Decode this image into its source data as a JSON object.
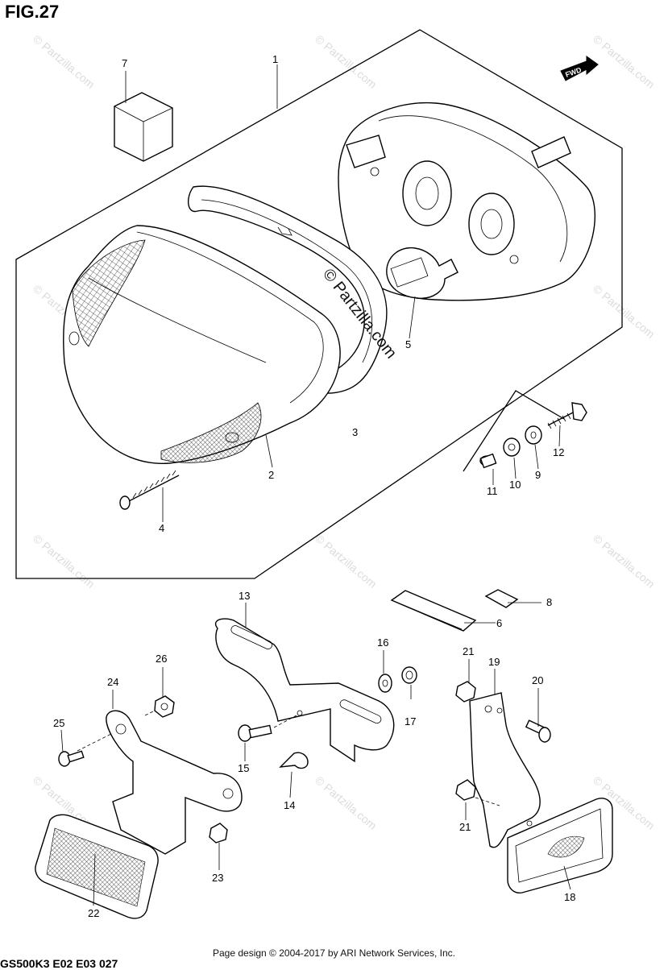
{
  "figure": {
    "title": "FIG.27",
    "fwd_label": "FWD",
    "watermark_main": "© Partzilla.com",
    "watermark_repeat": "© Partzilla.com",
    "footer": "Page design © 2004-2017 by ARI Network Services, Inc.",
    "model_code_partial": "GS500K3 E02 E03 027"
  },
  "callouts": [
    {
      "id": "1",
      "label": "1"
    },
    {
      "id": "2",
      "label": "2"
    },
    {
      "id": "3",
      "label": "3"
    },
    {
      "id": "4",
      "label": "4"
    },
    {
      "id": "5",
      "label": "5"
    },
    {
      "id": "6",
      "label": "6"
    },
    {
      "id": "7",
      "label": "7"
    },
    {
      "id": "8",
      "label": "8"
    },
    {
      "id": "9",
      "label": "9"
    },
    {
      "id": "10",
      "label": "10"
    },
    {
      "id": "11",
      "label": "11"
    },
    {
      "id": "12",
      "label": "12"
    },
    {
      "id": "13",
      "label": "13"
    },
    {
      "id": "14",
      "label": "14"
    },
    {
      "id": "15",
      "label": "15"
    },
    {
      "id": "16",
      "label": "16"
    },
    {
      "id": "17",
      "label": "17"
    },
    {
      "id": "18",
      "label": "18"
    },
    {
      "id": "19",
      "label": "19"
    },
    {
      "id": "20",
      "label": "20"
    },
    {
      "id": "21a",
      "label": "21"
    },
    {
      "id": "21b",
      "label": "21"
    },
    {
      "id": "22",
      "label": "22"
    },
    {
      "id": "23",
      "label": "23"
    },
    {
      "id": "24",
      "label": "24"
    },
    {
      "id": "25",
      "label": "25"
    },
    {
      "id": "26",
      "label": "26"
    }
  ]
}
